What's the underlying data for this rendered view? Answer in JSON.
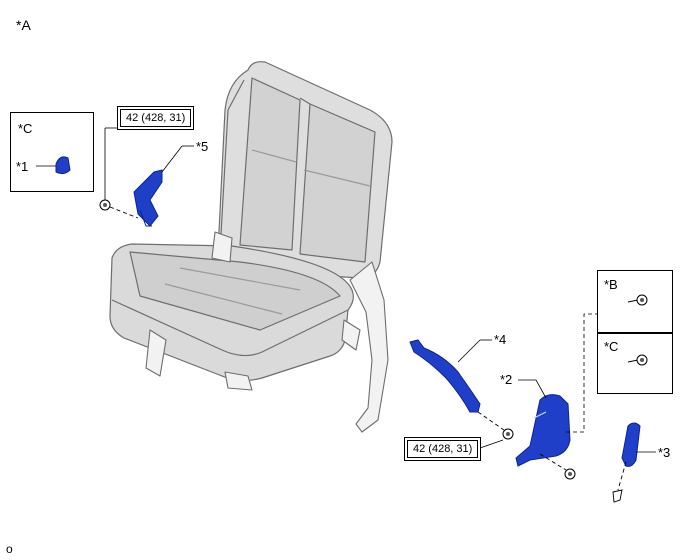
{
  "labels": {
    "view_a": "*A",
    "view_b": "*B",
    "view_c_inset_left": "*C",
    "view_c_inset_right": "*C",
    "part_1": "*1",
    "part_2": "*2",
    "part_3": "*3",
    "part_4": "*4",
    "part_5": "*5",
    "footer": "o"
  },
  "torque": {
    "upper": "42 (428, 31)",
    "lower": "42 (428, 31)"
  },
  "colors": {
    "part_blue": "#1f3fc8",
    "part_blue_dark": "#0c2490",
    "seat_gray": "#dcdcdc",
    "seat_line": "#6e6e6e"
  }
}
